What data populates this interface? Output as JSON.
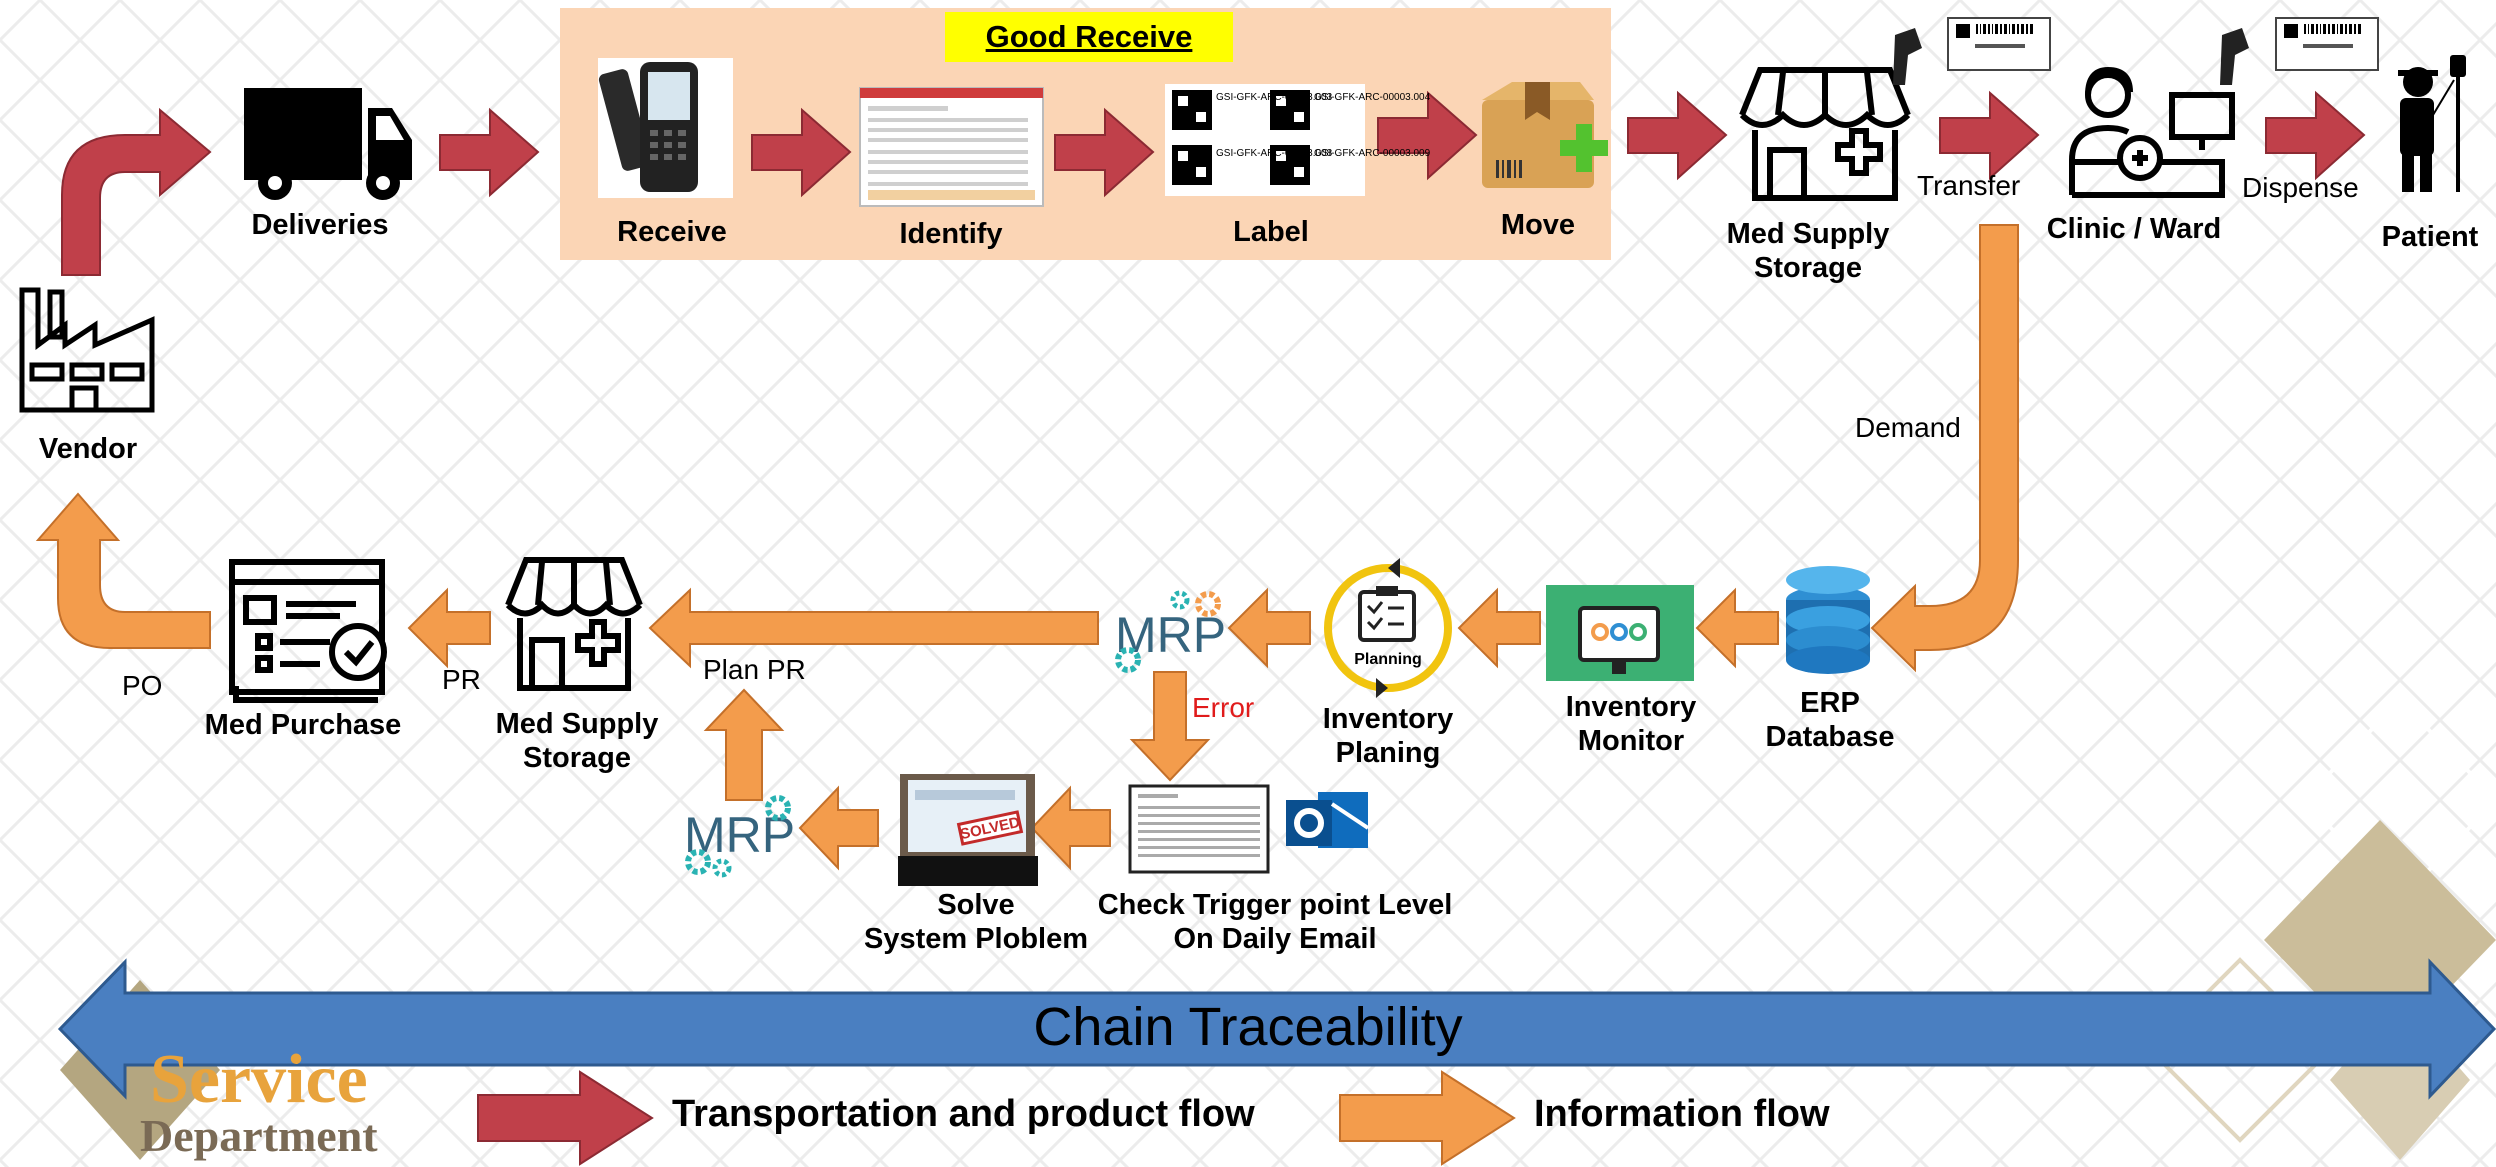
{
  "colors": {
    "transport": "#c0404a",
    "info": "#f39c4c",
    "panel": "#fbd5b5",
    "chain": "#4a7fc1",
    "title_bg": "#ffff00",
    "diamond": "#cbbd9a"
  },
  "good_receive": {
    "title": "Good Receive"
  },
  "nodes": {
    "vendor": "Vendor",
    "deliveries": "Deliveries",
    "receive": "Receive",
    "identify": "Identify",
    "label": "Label",
    "move": "Move",
    "med_supply_storage_top_1": "Med Supply",
    "med_supply_storage_top_2": "Storage",
    "clinic_ward": "Clinic / Ward",
    "patient": "Patient",
    "erp_database_1": "ERP",
    "erp_database_2": "Database",
    "inventory_monitor_1": "Inventory",
    "inventory_monitor_2": "Monitor",
    "inventory_planing_1": "Inventory",
    "inventory_planing_2": "Planing",
    "med_supply_storage_bottom_1": "Med Supply",
    "med_supply_storage_bottom_2": "Storage",
    "med_purchase": "Med Purchase",
    "check_trigger_1": "Check Trigger point Level",
    "check_trigger_2": "On Daily Email",
    "solve_1": "Solve",
    "solve_2": "System Ploblem"
  },
  "edge_labels": {
    "transfer": "Transfer",
    "dispense": "Dispense",
    "demand": "Demand",
    "po": "PO",
    "pr": "PR",
    "plan_pr": "Plan PR",
    "error": "Error"
  },
  "icons": {
    "mrp": "MRP",
    "planning": "Planning",
    "solved": "SOLVED",
    "barcode_text_1": "GSI-GFK-ARC-00003.003",
    "barcode_text_2": "GSI-GFK-ARC-00003.004",
    "barcode_text_3": "GSI-GFK-ARC-00003.008",
    "barcode_text_4": "GSI-GFK-ARC-00003.009"
  },
  "chain": {
    "title": "Chain Traceability"
  },
  "legend": {
    "transport": "Transportation and product flow",
    "info": "Information flow"
  },
  "logo": {
    "line1": "Service",
    "line2": "Department"
  }
}
